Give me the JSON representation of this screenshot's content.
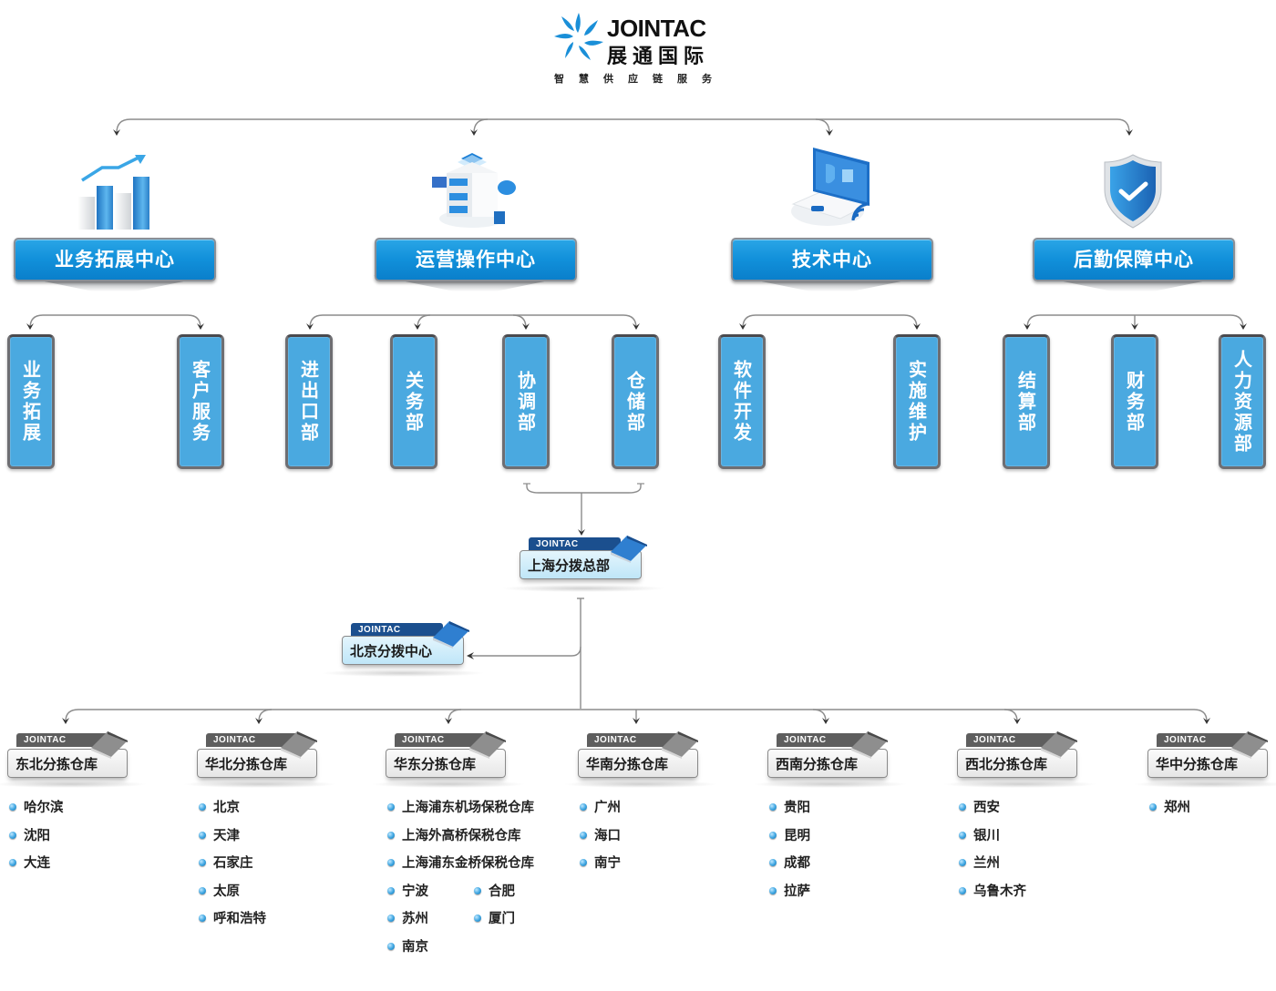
{
  "logo": {
    "brand_en": "JOINTAC",
    "brand_cn": "展通国际",
    "tagline": "智慧供应链服务",
    "accent": "#1a8fd8"
  },
  "centers": [
    {
      "label": "业务拓展中心",
      "icon": "bar-chart-growth-icon",
      "departments": [
        "业务拓展",
        "客户服务"
      ]
    },
    {
      "label": "运营操作中心",
      "icon": "server-cloud-icon",
      "departments": [
        "进出口部",
        "关务部",
        "协调部",
        "仓储部"
      ]
    },
    {
      "label": "技术中心",
      "icon": "laptop-wifi-icon",
      "departments": [
        "软件开发",
        "实施维护"
      ]
    },
    {
      "label": "后勤保障中心",
      "icon": "shield-check-icon",
      "departments": [
        "结算部",
        "财务部",
        "人力资源部"
      ]
    }
  ],
  "hq": {
    "tag": "JOINTAC",
    "label": "上海分拨总部"
  },
  "beijing_hub": {
    "tag": "JOINTAC",
    "label": "北京分拨中心"
  },
  "warehouses": [
    {
      "tag": "JOINTAC",
      "label": "东北分拣仓库",
      "cities": [
        "哈尔滨",
        "沈阳",
        "大连"
      ]
    },
    {
      "tag": "JOINTAC",
      "label": "华北分拣仓库",
      "cities": [
        "北京",
        "天津",
        "石家庄",
        "太原",
        "呼和浩特"
      ]
    },
    {
      "tag": "JOINTAC",
      "label": "华东分拣仓库",
      "cities": [
        "上海浦东机场保税仓库",
        "上海外高桥保税仓库",
        "上海浦东金桥保税仓库",
        "宁波",
        "苏州",
        "南京"
      ],
      "cities_col2": [
        "合肥",
        "厦门"
      ]
    },
    {
      "tag": "JOINTAC",
      "label": "华南分拣仓库",
      "cities": [
        "广州",
        "海口",
        "南宁"
      ]
    },
    {
      "tag": "JOINTAC",
      "label": "西南分拣仓库",
      "cities": [
        "贵阳",
        "昆明",
        "成都",
        "拉萨"
      ]
    },
    {
      "tag": "JOINTAC",
      "label": "西北分拣仓库",
      "cities": [
        "西安",
        "银川",
        "兰州",
        "乌鲁木齐"
      ]
    },
    {
      "tag": "JOINTAC",
      "label": "华中分拣仓库",
      "cities": [
        "郑州"
      ]
    }
  ],
  "colors": {
    "banner_blue": "#1190da",
    "dept_blue": "#4aa9e0",
    "hub_navy": "#1b4f8e",
    "warehouse_gray": "#5e5e5e",
    "connector": "#8c8c8c"
  }
}
